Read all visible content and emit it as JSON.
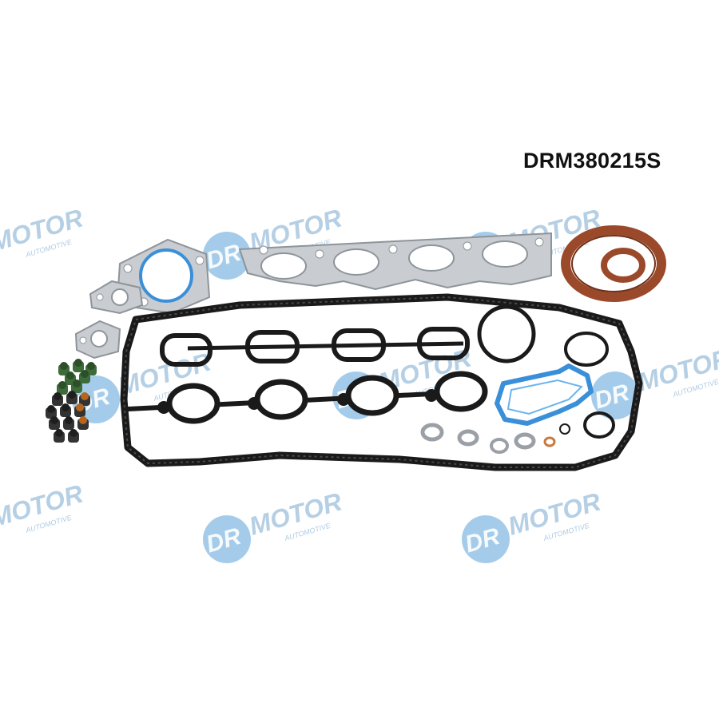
{
  "product": {
    "part_code": "DRM380215S"
  },
  "watermark": {
    "brand": "DR.MOTOR",
    "brand_left": "DR",
    "brand_right": "MOTOR",
    "sub": "AUTOMOTIVE",
    "circle_color": "#5aa2d8",
    "text_color": "#7aa9cf"
  },
  "colors": {
    "gasket_black": "#1a1a1a",
    "metal": "#c9cdd1",
    "seal_brown": "#9a4a2a",
    "seal_blue": "#3a8fd8",
    "valve_green": "#3d6b3a",
    "valve_dark": "#333333",
    "washer_copper": "#c87a3e"
  }
}
